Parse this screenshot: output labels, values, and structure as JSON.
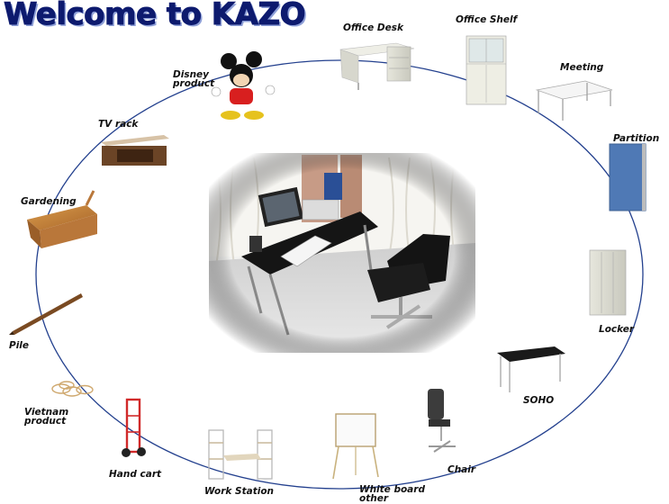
{
  "title": "Welcome to KAZO",
  "colors": {
    "title": "#0d1a6e",
    "ring": "#23408e",
    "partition": "#4f79b5"
  },
  "products": [
    {
      "id": "office-desk",
      "label": "Office Desk",
      "icon": "office-desk-image"
    },
    {
      "id": "office-shelf",
      "label": "Office Shelf",
      "icon": "office-shelf-image"
    },
    {
      "id": "meeting",
      "label": "Meeting",
      "icon": "meeting-table-image"
    },
    {
      "id": "partition",
      "label": "Partition",
      "icon": "partition-panel-image"
    },
    {
      "id": "locker",
      "label": "Locker",
      "icon": "locker-image"
    },
    {
      "id": "soho",
      "label": "SOHO",
      "icon": "soho-table-image"
    },
    {
      "id": "chair",
      "label": "Chair",
      "icon": "office-chair-image"
    },
    {
      "id": "white-board",
      "label": "White board\nother",
      "icon": "white-board-image"
    },
    {
      "id": "work-station",
      "label": "Work Station",
      "icon": "work-station-image"
    },
    {
      "id": "hand-cart",
      "label": "Hand cart",
      "icon": "hand-cart-image"
    },
    {
      "id": "vietnam-product",
      "label": "Vietnam\nproduct",
      "icon": "rattan-rings-image"
    },
    {
      "id": "pile",
      "label": "Pile",
      "icon": "wooden-pile-image"
    },
    {
      "id": "gardening",
      "label": "Gardening",
      "icon": "garden-planter-image"
    },
    {
      "id": "tv-rack",
      "label": "TV rack",
      "icon": "tv-rack-image"
    },
    {
      "id": "disney-product",
      "label": "Disney\nproduct",
      "icon": "mickey-mouse-image"
    }
  ]
}
